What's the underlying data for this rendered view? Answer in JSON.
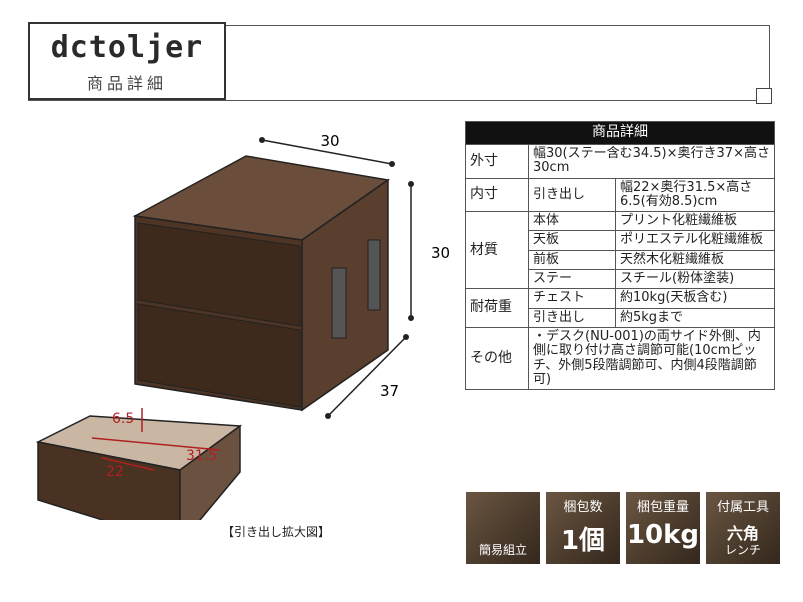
{
  "header": {
    "logo": "dctoljer",
    "subtitle": "商品詳細"
  },
  "diagram": {
    "dim_width": "30",
    "dim_height": "30",
    "dim_depth": "37",
    "drawer_h": "6.5",
    "drawer_d": "31.5",
    "drawer_w": "22",
    "caption": "【引き出し拡大図】"
  },
  "spec": {
    "title": "商品詳細",
    "outer_label": "外寸",
    "outer_value": "幅30(ステー含む34.5)×奥行き37×高さ30cm",
    "inner_label": "内寸",
    "inner_sub": "引き出し",
    "inner_value": "幅22×奥行31.5×高さ6.5(有効8.5)cm",
    "material_label": "材質",
    "materials": [
      {
        "part": "本体",
        "value": "プリント化粧繊維板"
      },
      {
        "part": "天板",
        "value": "ポリエステル化粧繊維板"
      },
      {
        "part": "前板",
        "value": "天然木化粧繊維板"
      },
      {
        "part": "ステー",
        "value": "スチール(粉体塗装)"
      }
    ],
    "load_label": "耐荷重",
    "loads": [
      {
        "part": "チェスト",
        "value": "約10kg(天板含む)"
      },
      {
        "part": "引き出し",
        "value": "約5kgまで"
      }
    ],
    "other_label": "その他",
    "other_value": "・デスク(NU-001)の両サイド外側、内側に取り付け高さ調節可能(10cmピッチ、外側5段階調節可、内側4段階調節可)"
  },
  "icons": [
    {
      "title": "",
      "big": "",
      "bottom": "簡易組立"
    },
    {
      "title": "梱包数",
      "big": "1個",
      "bottom": ""
    },
    {
      "title": "梱包重量",
      "big": "10kg",
      "bottom": ""
    },
    {
      "title": "付属工具",
      "big": "六角",
      "bottom": "レンチ"
    }
  ]
}
